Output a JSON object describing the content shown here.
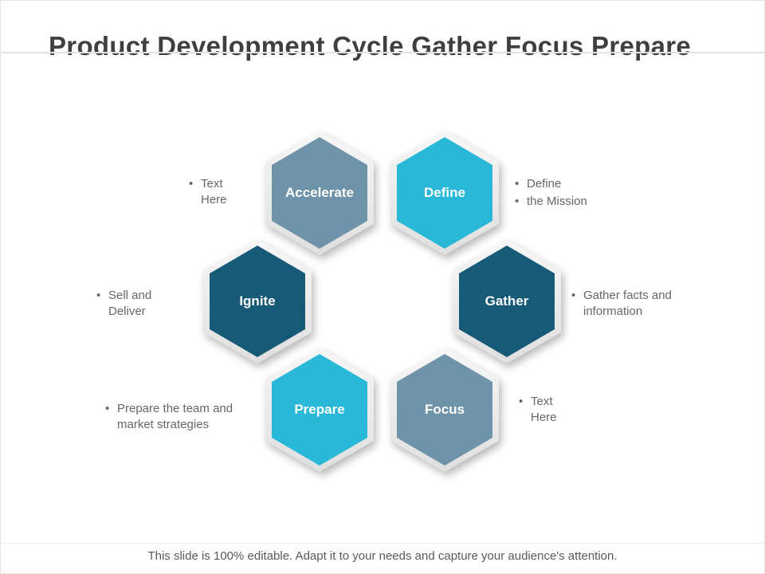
{
  "title": "Product Development Cycle Gather Focus Prepare",
  "footer": "This slide is 100% editable. Adapt it to your needs and capture your audience's attention.",
  "colors": {
    "cyan": "#29b8d8",
    "steel_blue": "#6f93a8",
    "dark_teal": "#175a78",
    "text_gray": "#666666",
    "title_gray": "#3f3f3f"
  },
  "hex": {
    "accelerate": {
      "label": "Accelerate",
      "color": "#6f93a8"
    },
    "define": {
      "label": "Define",
      "color": "#29b8d8"
    },
    "gather": {
      "label": "Gather",
      "color": "#175a78"
    },
    "focus": {
      "label": "Focus",
      "color": "#6f93a8"
    },
    "prepare": {
      "label": "Prepare",
      "color": "#29b8d8"
    },
    "ignite": {
      "label": "Ignite",
      "color": "#175a78"
    }
  },
  "notes": {
    "accelerate": {
      "bullets": [
        "Text Here"
      ]
    },
    "define": {
      "bullets": [
        "Define",
        "the Mission"
      ]
    },
    "gather": {
      "bullets": [
        "Gather facts and information"
      ]
    },
    "focus": {
      "bullets": [
        "Text Here"
      ]
    },
    "prepare": {
      "bullets": [
        "Prepare the team and market strategies"
      ]
    },
    "ignite": {
      "bullets": [
        "Sell and Deliver"
      ]
    }
  }
}
